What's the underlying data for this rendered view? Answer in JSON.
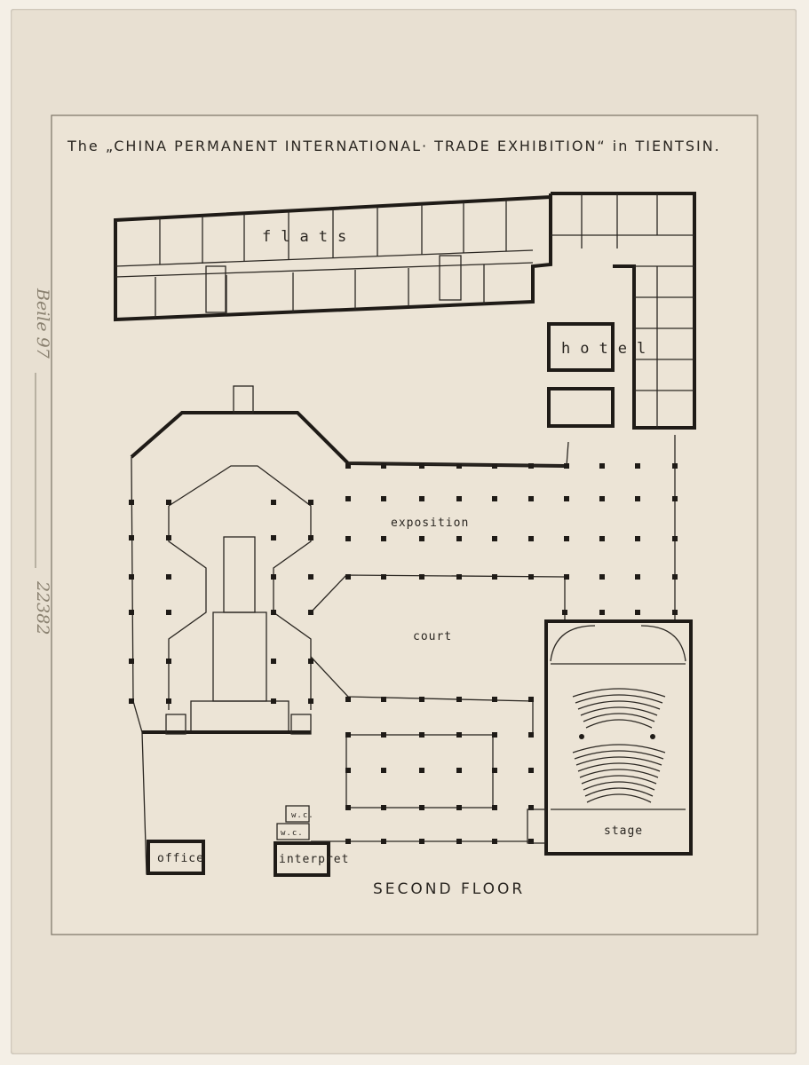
{
  "sheet": {
    "title": "The „CHINA PERMANENT INTERNATIONAL· TRADE EXHIBITION“ in TIENTSIN.",
    "floor_label": "SECOND FLOOR"
  },
  "rooms": {
    "flats": "flats",
    "hotel": "hotel",
    "exposition": "exposition",
    "court": "court",
    "stage": "stage",
    "office": "office",
    "interpret": "interpret",
    "wc1": "w.c.",
    "wc2": "w.c."
  },
  "margin_notes": {
    "pencil_note_1": "Beile 97",
    "pencil_note_2": "22382"
  },
  "colors": {
    "paper": "#ece4d6",
    "ink": "#1f1b17"
  }
}
